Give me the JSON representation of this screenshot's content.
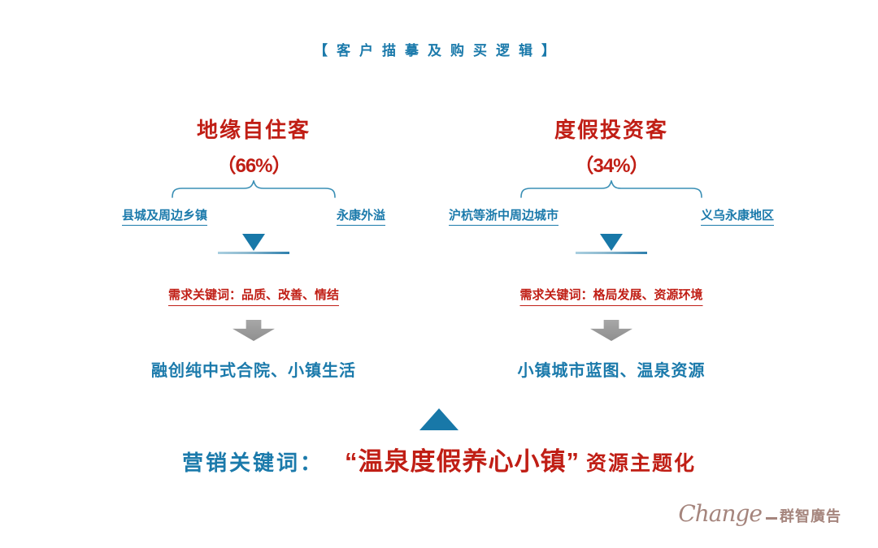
{
  "title": {
    "text": "【客户描摹及购买逻辑】"
  },
  "columns": [
    {
      "name": "地缘自住客",
      "percent": "（66%）",
      "source_left": "县城及周边乡镇",
      "source_right": "永康外溢",
      "keywords": "需求关键词：品质、改善、情结",
      "conclusion": "融创纯中式合院、小镇生活"
    },
    {
      "name": "度假投资客",
      "percent": "（34%）",
      "source_left": "沪杭等浙中周边城市",
      "source_right": "义乌永康地区",
      "keywords": "需求关键词：格局发展、资源环境",
      "conclusion": "小镇城市蓝图、温泉资源"
    }
  ],
  "marketing": {
    "label": "营销关键词：",
    "highlight": "“温泉度假养心小镇”",
    "suffix": "资源主题化"
  },
  "logo": {
    "script": "Change",
    "name": "群智廣告"
  },
  "colors": {
    "accent_blue": "#1b7aab",
    "accent_red": "#c01e15",
    "triangle_blue": "#1878a8",
    "arrow_gray": "#9b9b9b",
    "logo_taupe": "#a5857d"
  }
}
